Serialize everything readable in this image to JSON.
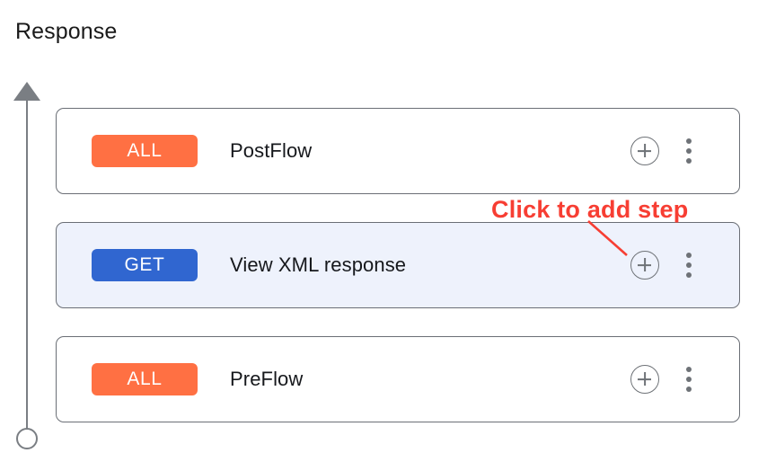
{
  "page": {
    "title": "Response"
  },
  "flow_axis": {
    "arrow_icon": "arrow-up-icon",
    "end_node_icon": "circle-node-icon",
    "color": "#7a7e83"
  },
  "rows": [
    {
      "badge": "ALL",
      "badge_color": "#ff7043",
      "label": "PostFlow",
      "selected": false,
      "add_icon": "plus-circle-icon",
      "menu_icon": "kebab-menu-icon"
    },
    {
      "badge": "GET",
      "badge_color": "#3066d0",
      "label": "View XML response",
      "selected": true,
      "add_icon": "plus-circle-icon",
      "menu_icon": "kebab-menu-icon"
    },
    {
      "badge": "ALL",
      "badge_color": "#ff7043",
      "label": "PreFlow",
      "selected": false,
      "add_icon": "plus-circle-icon",
      "menu_icon": "kebab-menu-icon"
    }
  ],
  "annotation": {
    "text": "Click to add step",
    "color": "#f73e33"
  }
}
